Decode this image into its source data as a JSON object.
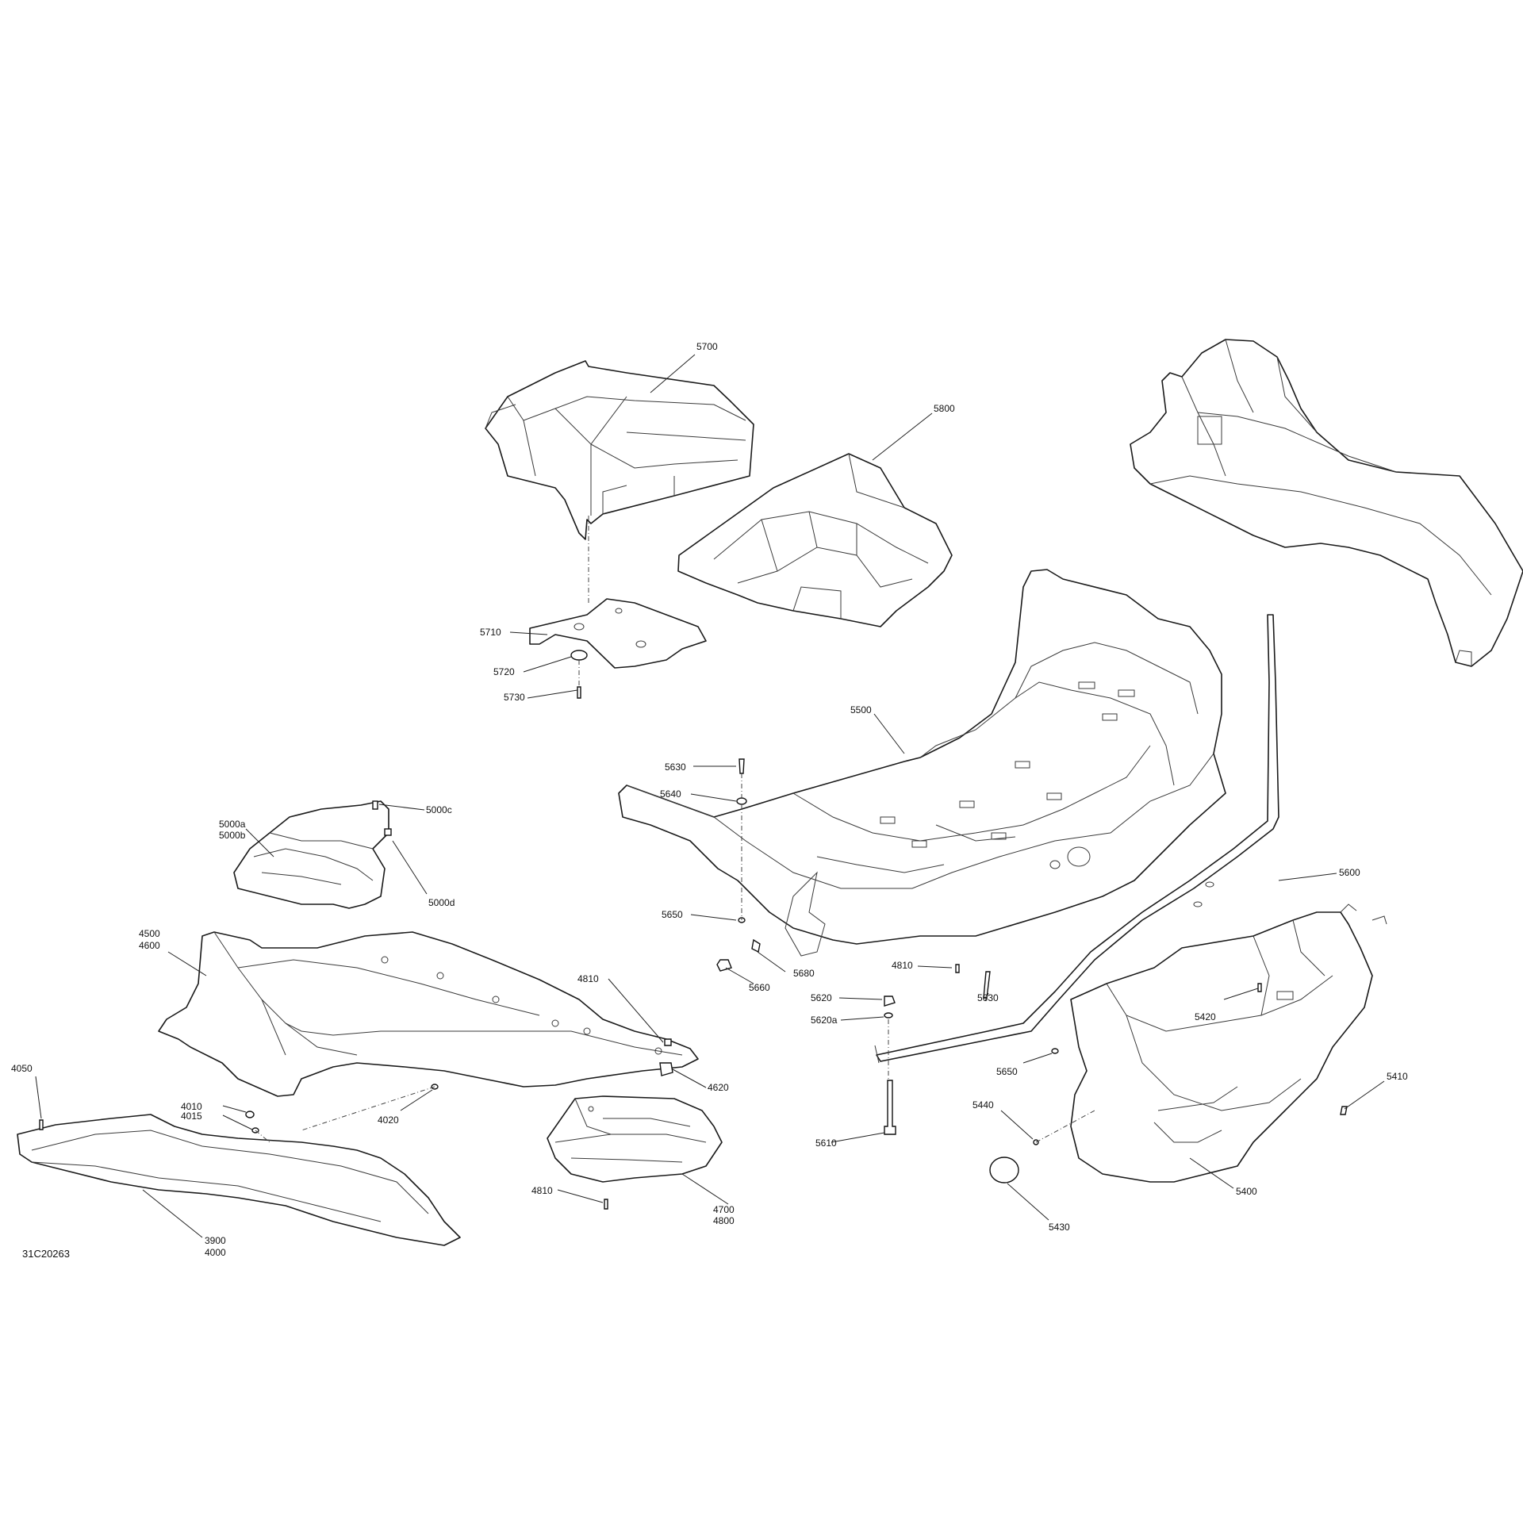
{
  "drawing_number": "31C20263",
  "callouts": {
    "c5700": "5700",
    "c5800": "5800",
    "c5710": "5710",
    "c5720": "5720",
    "c5730": "5730",
    "c5500": "5500",
    "c5630a": "5630",
    "c5640": "5640",
    "c5650a": "5650",
    "c5660": "5660",
    "c5680": "5680",
    "c4810a": "4810",
    "c5620": "5620",
    "c5620a": "5620a",
    "c5630b": "5630",
    "c5600": "5600",
    "c5650b": "5650",
    "c5610": "5610",
    "c5000a": "5000a",
    "c5000b": "5000b",
    "c5000c": "5000c",
    "c5000d": "5000d",
    "c4500": "4500",
    "c4600": "4600",
    "c4810b": "4810",
    "c4620": "4620",
    "c4050": "4050",
    "c4010": "4010",
    "c4015": "4015",
    "c4020": "4020",
    "c4810c": "4810",
    "c4700": "4700",
    "c4800": "4800",
    "c3900": "3900",
    "c4000": "4000",
    "c5420": "5420",
    "c5410": "5410",
    "c5440": "5440",
    "c5400": "5400",
    "c5430": "5430"
  }
}
